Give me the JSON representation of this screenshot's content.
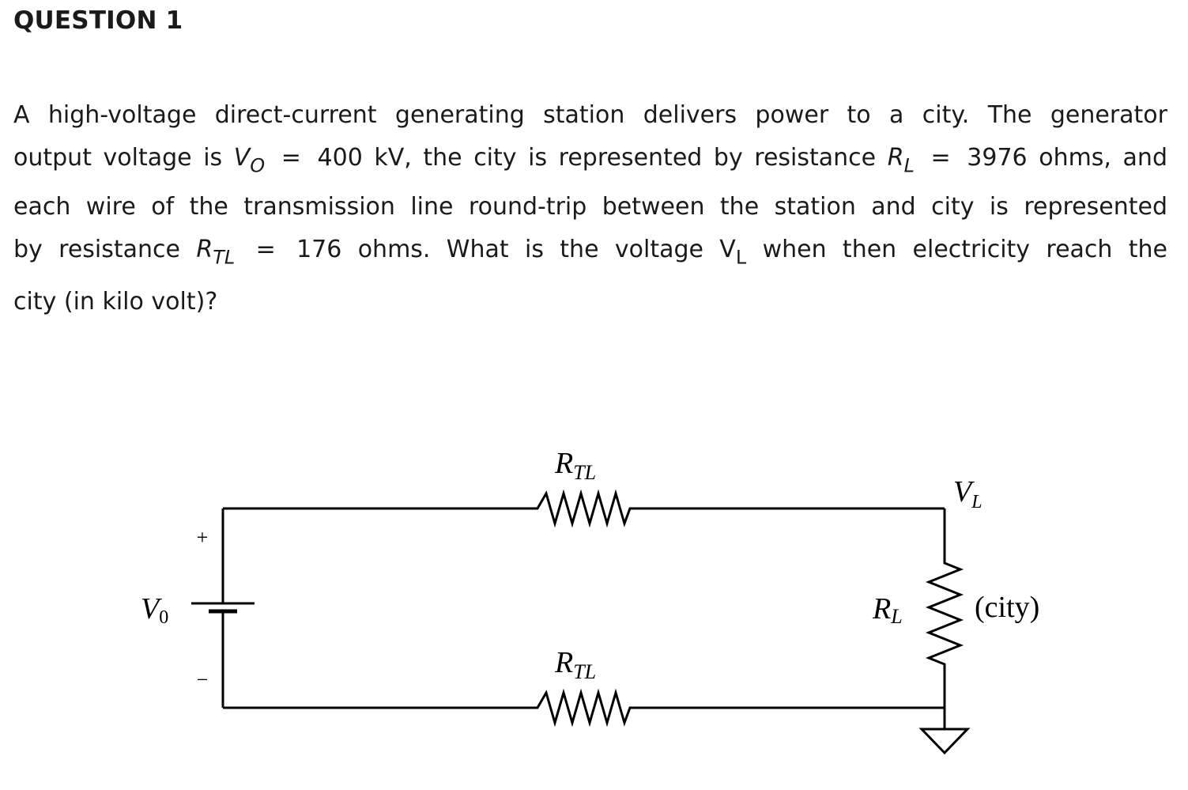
{
  "question": {
    "heading": "QUESTION 1",
    "line1": "A high-voltage direct-current generating station delivers power to a city. The generator",
    "line2": {
      "a": "output voltage is ",
      "v0_main": "V",
      "v0_sub": "O",
      "eq1": "=",
      "b": "400 kV, the city is represented by resistance ",
      "rl_main": "R",
      "rl_sub": "L",
      "eq2": "=",
      "c": "3976 ohms, and"
    },
    "line3": "each wire of the transmission line round-trip between the station and city is represented",
    "line4": {
      "a": "by resistance ",
      "rtl_main": "R",
      "rtl_sub": "TL",
      "eq": "=",
      "b": "176 ohms. What is the voltage V",
      "vl_sub": "L",
      "c": " when then electricity reach the"
    },
    "line5": "city (in kilo volt)?"
  },
  "circuit": {
    "source_label_main": "V",
    "source_label_sub": "0",
    "plus_sign": "+",
    "minus_sign": "−",
    "top_resistor_main": "R",
    "top_resistor_sub": "TL",
    "bottom_resistor_main": "R",
    "bottom_resistor_sub": "TL",
    "load_label_main": "R",
    "load_label_sub": "L",
    "load_voltage_main": "V",
    "load_voltage_sub": "L",
    "city_label": "(city)"
  }
}
